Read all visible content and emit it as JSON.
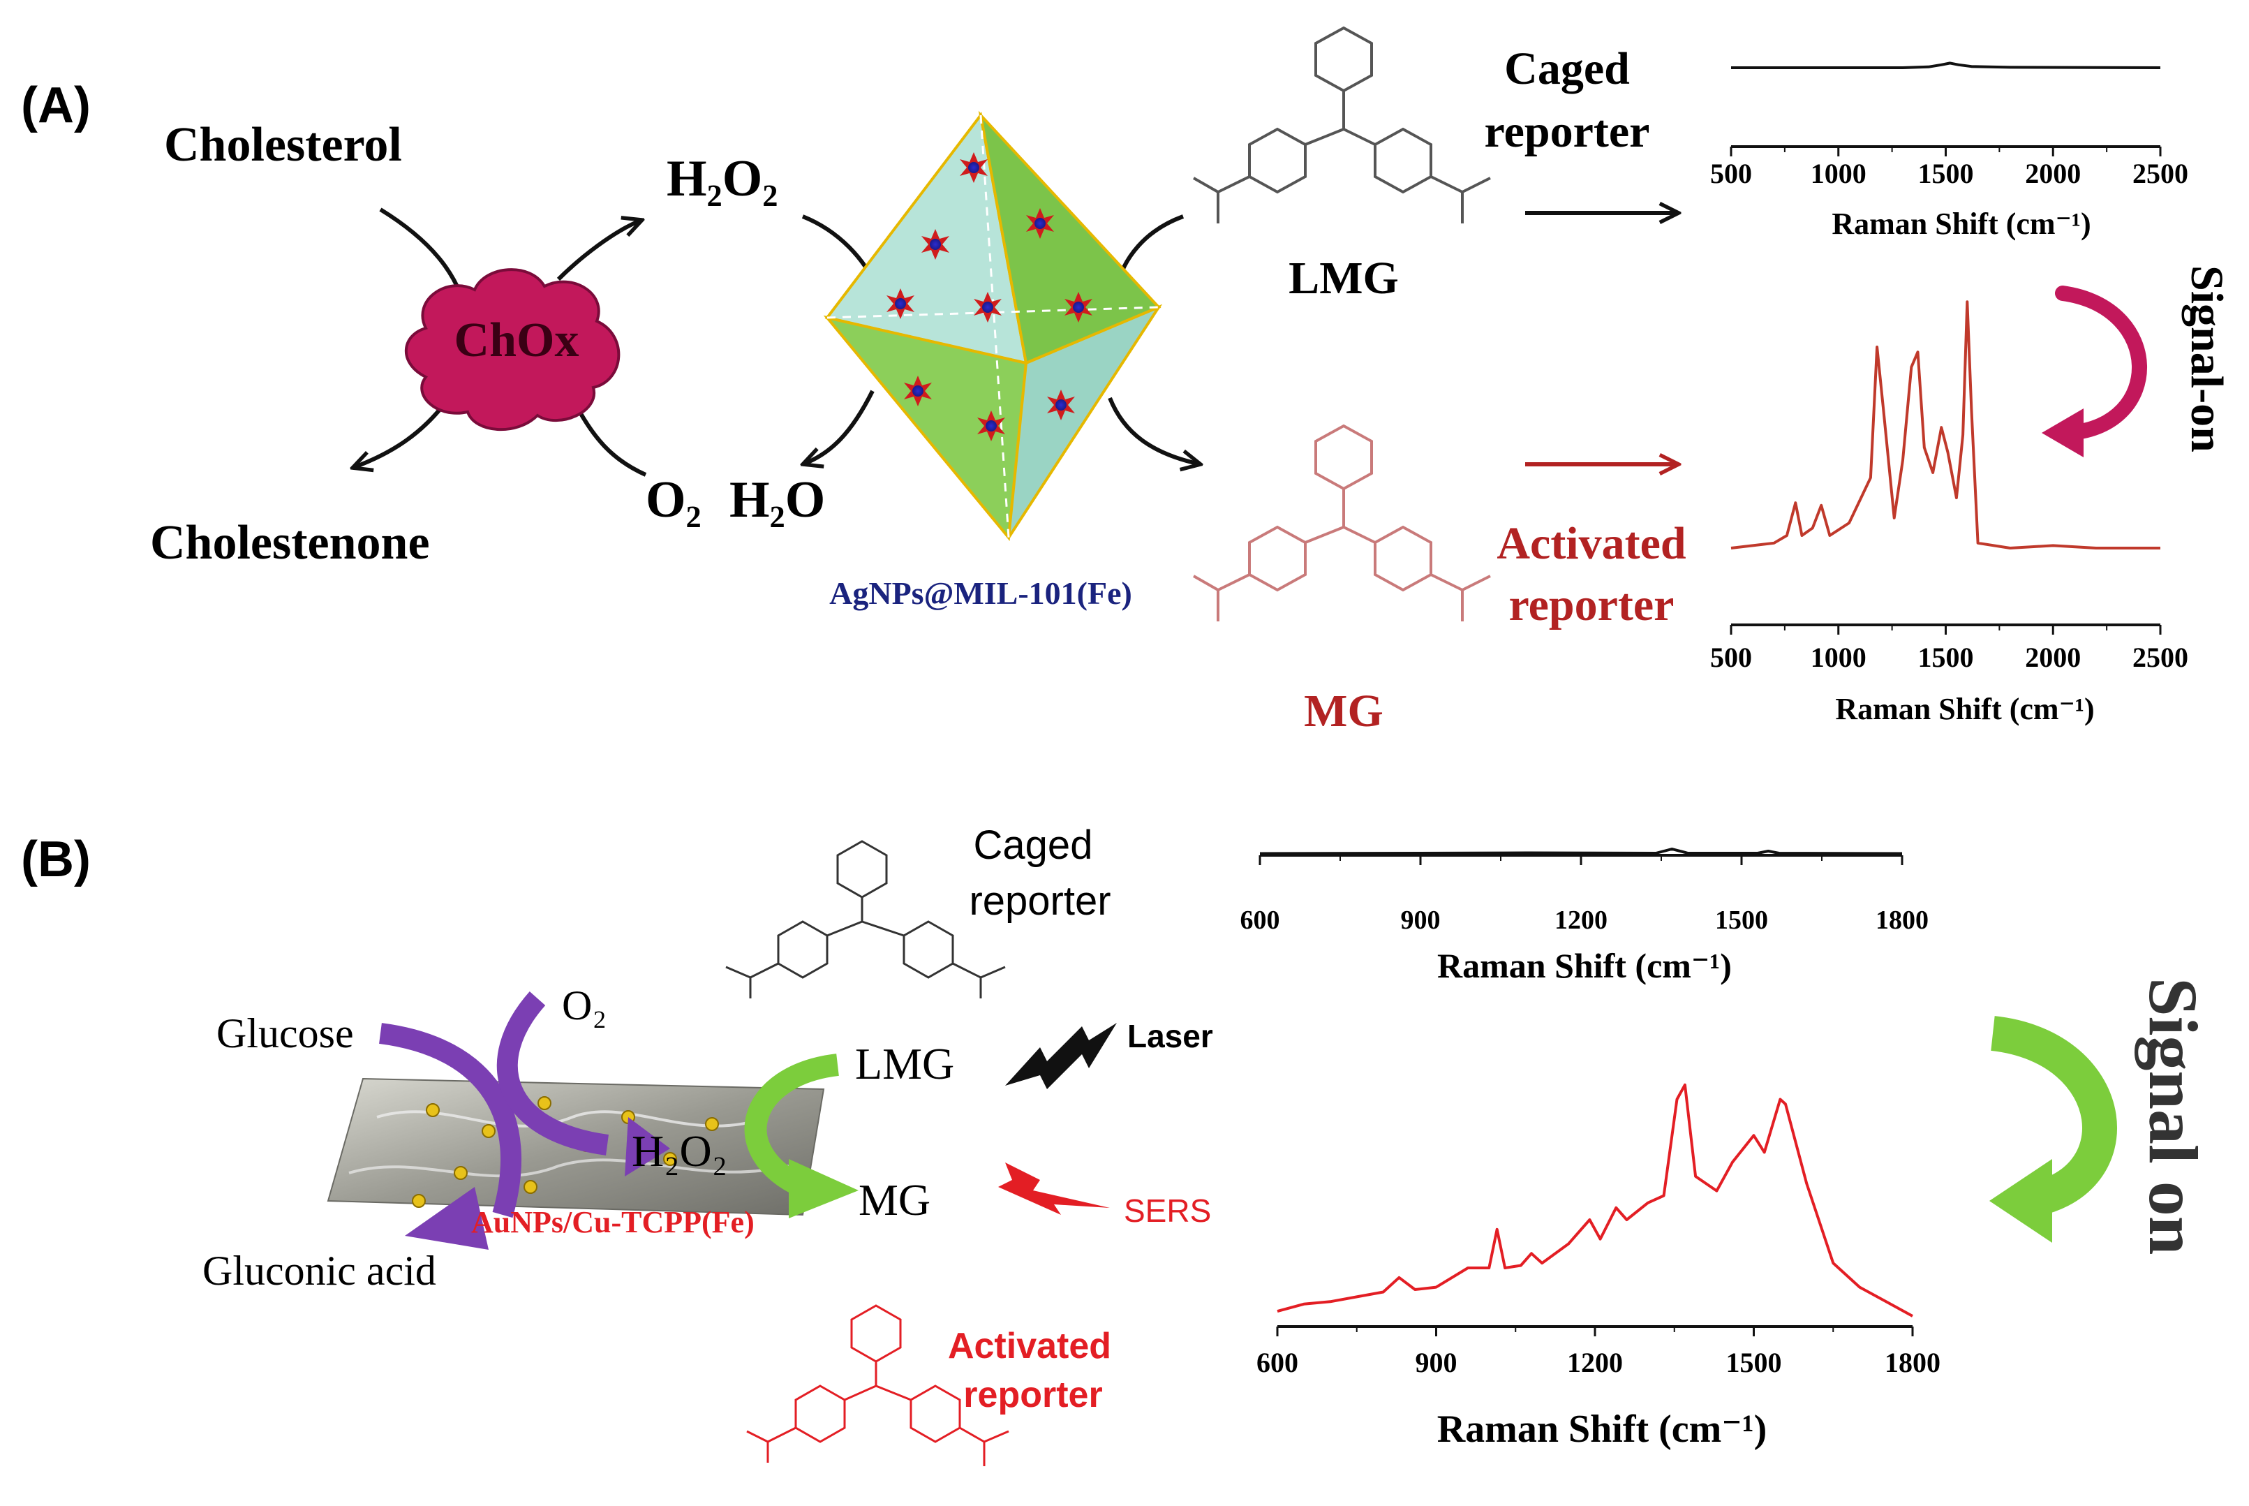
{
  "panel_a": {
    "label": "(A)",
    "cholesterol": "Cholesterol",
    "cholestenone": "Cholestenone",
    "enzyme": "ChOx",
    "h2o2": "H₂O₂",
    "o2": "O₂",
    "h2o": "H₂O",
    "mof_label": "AgNPs@MIL-101(Fe)",
    "caged_reporter_line1": "Caged",
    "caged_reporter_line2": "reporter",
    "lmg": "LMG",
    "mg": "MG",
    "activated_reporter_line1": "Activated",
    "activated_reporter_line2": "reporter",
    "signal_on": "Signal-on",
    "spectrum_top_xlabel": "Raman Shift (cm⁻¹)",
    "spectrum_bottom_xlabel": "Raman Shift (cm⁻¹)",
    "colors": {
      "enzyme": "#c2185b",
      "activated": "#b22222",
      "mof_label": "#1a237e"
    }
  },
  "panel_b": {
    "label": "(B)",
    "glucose": "Glucose",
    "gluconic_acid": "Gluconic acid",
    "o2": "O₂",
    "h2o2": "H₂O₂",
    "catalyst": "AuNPs/Cu-TCPP(Fe)",
    "lmg": "LMG",
    "mg": "MG",
    "caged_reporter_line1": "Caged",
    "caged_reporter_line2": "reporter",
    "activated_reporter_line1": "Activated",
    "activated_reporter_line2": "reporter",
    "laser": "Laser",
    "sers": "SERS",
    "signal_on": "Signal on",
    "spectrum_top_xlabel": "Raman Shift (cm⁻¹)",
    "spectrum_bottom_xlabel": "Raman Shift (cm⁻¹)",
    "colors": {
      "arrow_purple": "#7b3fb3",
      "arrow_green": "#7ccd3c",
      "red": "#e31e24"
    }
  },
  "chart_data": [
    {
      "type": "line",
      "xlim": [
        500,
        2500
      ],
      "xticks": [
        "500",
        "1000",
        "1500",
        "2000",
        "2500"
      ],
      "xlabel": "Raman Shift (cm⁻¹)",
      "series": [
        {
          "color": "#111111",
          "x": [
            500,
            1300,
            1420,
            1480,
            1520,
            1560,
            1620,
            1800,
            2500
          ],
          "y": [
            0.05,
            0.05,
            0.07,
            0.12,
            0.16,
            0.12,
            0.08,
            0.06,
            0.05
          ]
        }
      ]
    },
    {
      "type": "line",
      "xlim": [
        500,
        2500
      ],
      "xticks": [
        "500",
        "1000",
        "1500",
        "2000",
        "2500"
      ],
      "xlabel": "Raman Shift (cm⁻¹)",
      "series": [
        {
          "color": "#c0392b",
          "x": [
            500,
            700,
            760,
            800,
            830,
            880,
            920,
            960,
            1050,
            1150,
            1180,
            1210,
            1260,
            1300,
            1340,
            1370,
            1400,
            1440,
            1480,
            1510,
            1550,
            1580,
            1600,
            1620,
            1650,
            1800,
            2000,
            2200,
            2500
          ],
          "y": [
            0.0,
            0.02,
            0.05,
            0.18,
            0.05,
            0.08,
            0.17,
            0.05,
            0.1,
            0.28,
            0.8,
            0.55,
            0.12,
            0.35,
            0.72,
            0.78,
            0.4,
            0.3,
            0.48,
            0.38,
            0.2,
            0.45,
            0.98,
            0.55,
            0.02,
            0.0,
            0.01,
            0.0,
            0.0
          ]
        }
      ]
    },
    {
      "type": "line",
      "xlim": [
        600,
        1800
      ],
      "xticks": [
        "600",
        "900",
        "1200",
        "1500",
        "1800"
      ],
      "xlabel": "Raman Shift (cm⁻¹)",
      "series": [
        {
          "color": "#111111",
          "x": [
            600,
            900,
            1100,
            1340,
            1370,
            1400,
            1530,
            1550,
            1570,
            1800
          ],
          "y": [
            0.05,
            0.06,
            0.07,
            0.06,
            0.18,
            0.06,
            0.06,
            0.12,
            0.06,
            0.05
          ]
        }
      ]
    },
    {
      "type": "line",
      "xlim": [
        600,
        1800
      ],
      "xticks": [
        "600",
        "900",
        "1200",
        "1500",
        "1800"
      ],
      "xlabel": "Raman Shift (cm⁻¹)",
      "series": [
        {
          "color": "#e31e24",
          "x": [
            600,
            650,
            700,
            750,
            800,
            830,
            860,
            900,
            960,
            1000,
            1015,
            1030,
            1060,
            1080,
            1100,
            1150,
            1190,
            1210,
            1240,
            1260,
            1300,
            1330,
            1355,
            1370,
            1390,
            1430,
            1460,
            1500,
            1520,
            1550,
            1560,
            1600,
            1650,
            1700,
            1750,
            1800
          ],
          "y": [
            0.02,
            0.05,
            0.06,
            0.08,
            0.1,
            0.16,
            0.11,
            0.12,
            0.2,
            0.2,
            0.36,
            0.2,
            0.21,
            0.26,
            0.22,
            0.3,
            0.4,
            0.32,
            0.45,
            0.4,
            0.47,
            0.5,
            0.9,
            0.96,
            0.58,
            0.52,
            0.64,
            0.75,
            0.68,
            0.9,
            0.88,
            0.55,
            0.22,
            0.12,
            0.06,
            0.0
          ]
        }
      ]
    }
  ]
}
